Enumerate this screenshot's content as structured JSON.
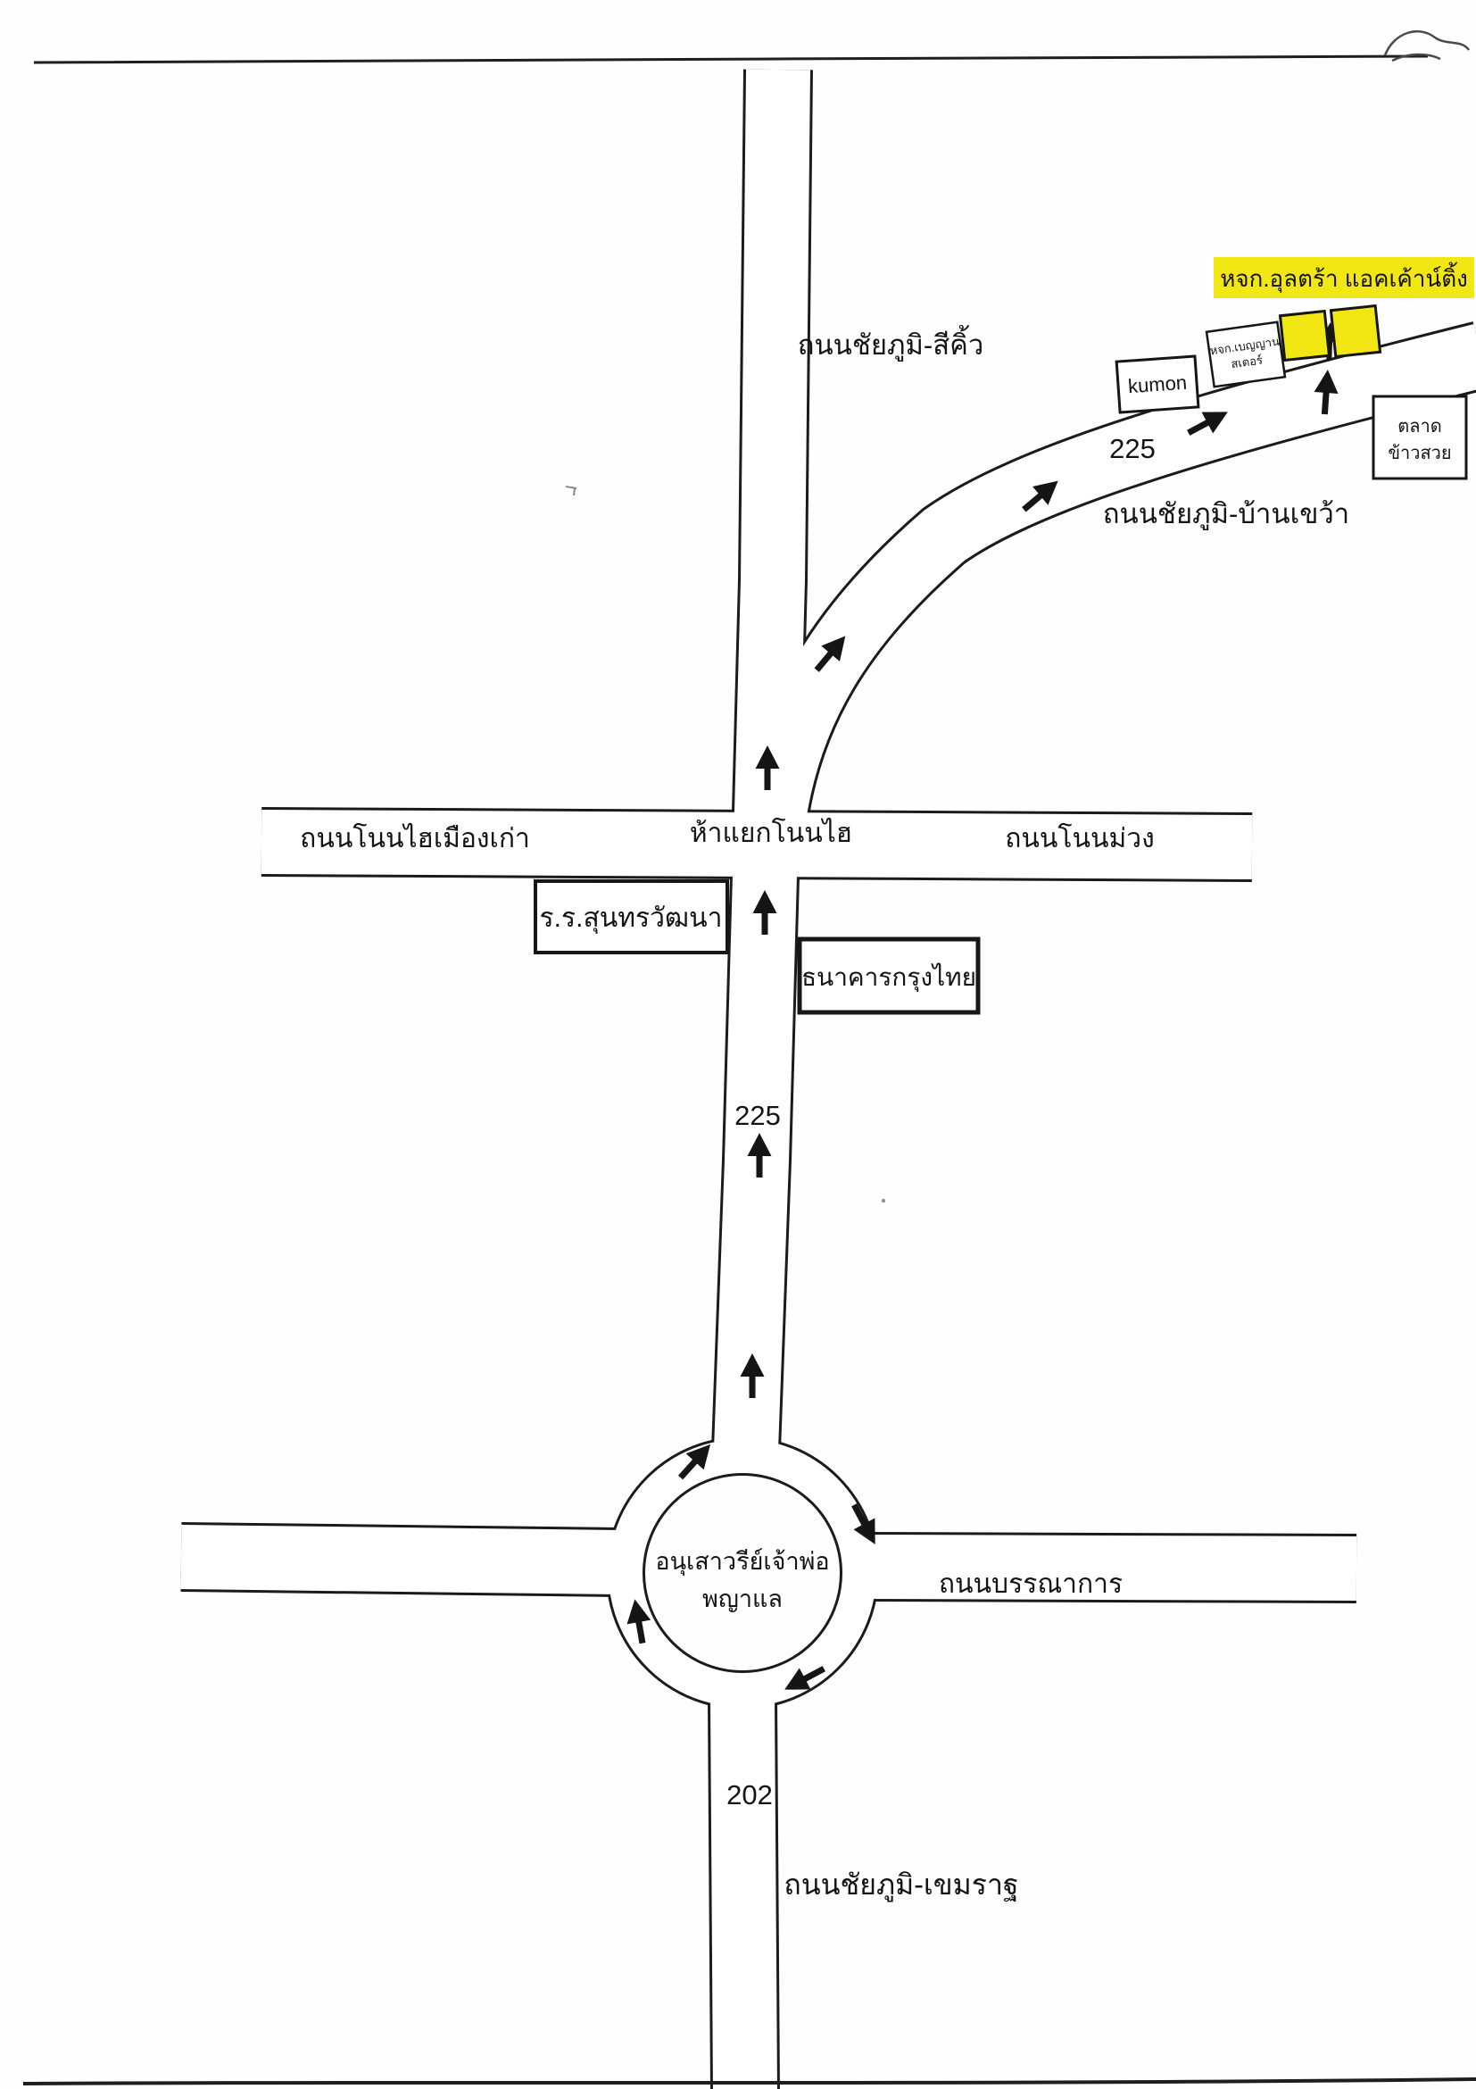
{
  "document": {
    "type": "scanned-direction-map",
    "language": "th"
  },
  "colors": {
    "ink": "#161616",
    "road_fill": "#ffffff",
    "highlight_yellow": "#f2e713",
    "paper": "#fefefe"
  },
  "labels": {
    "road_chaiyaphum_sikhio": "ถนนชัยภูมิ-สีคิ้ว",
    "company_highlighted": "หจก.อุลตร้า แอคเค้าน์ติ้ง",
    "kumon": "kumon",
    "shop_line1": "หจก.เบญญาน",
    "shop_line2": "สเตอร์",
    "market_line1": "ตลาด",
    "market_line2": "ข้าวสวย",
    "route_225_curve": "225",
    "road_chaiyaphum_bankhwao": "ถนนชัยภูมิ-บ้านเขว้า",
    "road_nonhai_muangkao": "ถนนโนนไฮเมืองเก่า",
    "junction_nonhai": "ห้าแยกโนนไฮ",
    "road_nonmuang": "ถนนโนนม่วง",
    "school": "ร.ร.สุนทรวัฒนา",
    "bank": "ธนาคารกรุงไทย",
    "route_225_main": "225",
    "monument_line1": "อนุเสาวรีย์เจ้าพ่อ",
    "monument_line2": "พญาแล",
    "road_bannakan": "ถนนบรรณาการ",
    "route_202": "202",
    "road_chaiyaphum_khemarat": "ถนนชัยภูมิ-เขมราฐ"
  }
}
